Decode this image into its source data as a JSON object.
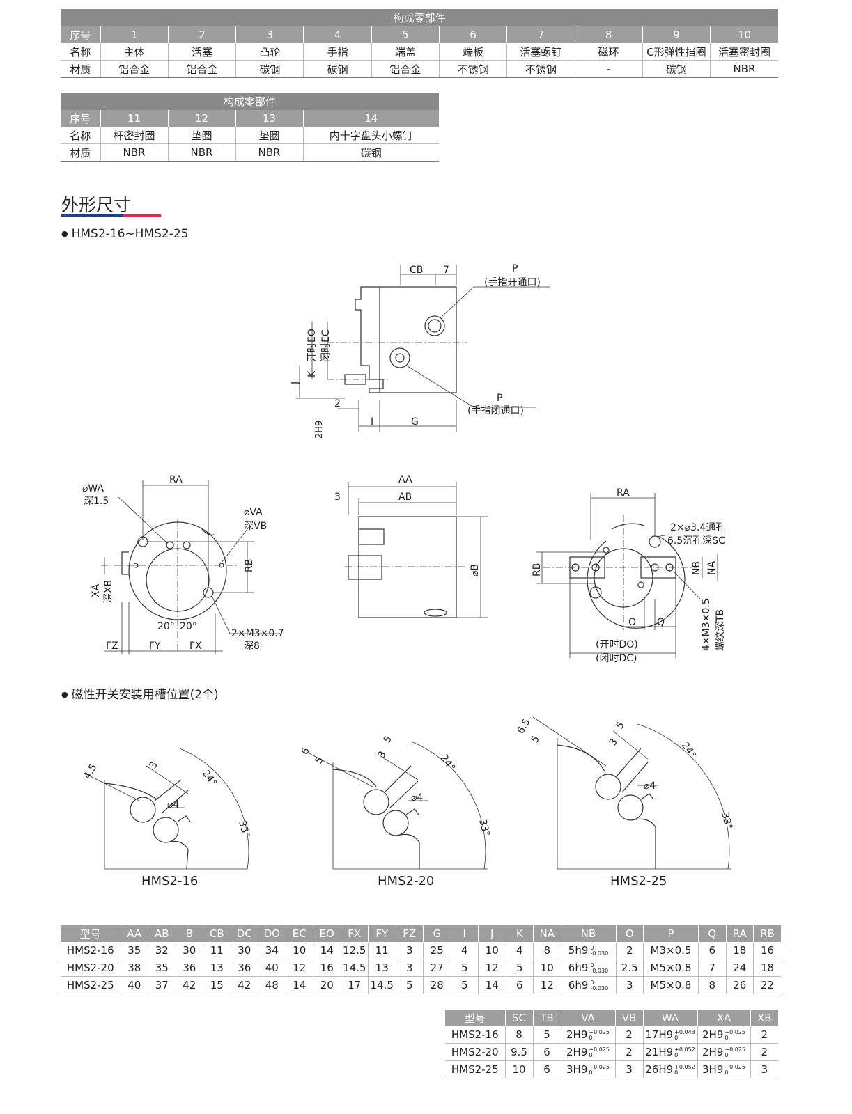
{
  "parts_table_1": {
    "caption": "构成零部件",
    "rows": [
      [
        "序号",
        "1",
        "2",
        "3",
        "4",
        "5",
        "6",
        "7",
        "8",
        "9",
        "10"
      ],
      [
        "名称",
        "主体",
        "活塞",
        "凸轮",
        "手指",
        "端盖",
        "端板",
        "活塞螺钉",
        "磁环",
        "C形弹性挡圈",
        "活塞密封圈"
      ],
      [
        "材质",
        "铝合金",
        "铝合金",
        "碳钢",
        "碳钢",
        "铝合金",
        "不锈钢",
        "不锈钢",
        "-",
        "碳钢",
        "NBR"
      ]
    ]
  },
  "parts_table_2": {
    "caption": "构成零部件",
    "rows": [
      [
        "序号",
        "11",
        "12",
        "13",
        "14"
      ],
      [
        "名称",
        "杆密封圈",
        "垫圈",
        "垫圈",
        "内十字盘头小螺钉"
      ],
      [
        "材质",
        "NBR",
        "NBR",
        "NBR",
        "碳钢"
      ]
    ]
  },
  "section_title": "外形尺寸",
  "subtitle_models": "HMS2-16~HMS2-25",
  "subtitle_slots": "磁性开关安装用槽位置(2个)",
  "colors": {
    "accent_blue": "#1b3f94",
    "accent_red": "#e5254b",
    "header_gray": "#9e9e9e"
  },
  "drawing1": {
    "cb": "CB",
    "seven": "7",
    "p_top": "P",
    "p_top_note": "(手指开通口)",
    "eo": "开时EO",
    "ec": "闭时EC",
    "k": "K",
    "j": "J",
    "two": "2",
    "h9": "2H9",
    "i": "I",
    "g": "G",
    "p_bot": "P",
    "p_bot_note": "(手指闭通口)"
  },
  "drawing2": {
    "ra": "RA",
    "wa": "⌀WA",
    "wa_depth": "深1.5",
    "va": "⌀VA",
    "vb": "深VB",
    "rb": "RB",
    "xa": "XA",
    "xb": "深XB",
    "ang1": "20°",
    "ang2": "20°",
    "thread": "2×M3×0.7",
    "thread_depth": "深8",
    "fz": "FZ",
    "fy": "FY",
    "fx": "FX"
  },
  "drawing3": {
    "aa": "AA",
    "ab": "AB",
    "three": "3",
    "b": "⌀B"
  },
  "drawing4": {
    "ra": "RA",
    "hole": "2×⌀3.4通孔",
    "cbore": "6.5沉孔深SC",
    "rb": "RB",
    "nb": "NB",
    "na": "NA",
    "o": "O",
    "q": "Q",
    "do": "(开时DO)",
    "dc": "(闭时DC)",
    "tap": "4×M3×0.5",
    "tap_depth": "螺纹深TB"
  },
  "slots": [
    {
      "model": "HMS2-16",
      "a": "4.5",
      "b": "3",
      "ang1": "24°",
      "ang2": "33°",
      "dia": "⌀4"
    },
    {
      "model": "HMS2-20",
      "a": "6",
      "b": "5",
      "c": "3",
      "d": "5",
      "ang1": "24°",
      "ang2": "33°",
      "dia": "⌀4"
    },
    {
      "model": "HMS2-25",
      "a": "6.5",
      "b": "5",
      "c": "3",
      "d": "5",
      "ang1": "24°",
      "ang2": "33°",
      "dia": "⌀4"
    }
  ],
  "dim_table_1": {
    "headers": [
      "型号",
      "AA",
      "AB",
      "B",
      "CB",
      "DC",
      "DO",
      "EC",
      "EO",
      "FX",
      "FY",
      "FZ",
      "G",
      "I",
      "J",
      "K",
      "NA",
      "NB",
      "O",
      "P",
      "Q",
      "RA",
      "RB"
    ],
    "rows": [
      [
        "HMS2-16",
        "35",
        "32",
        "30",
        "11",
        "30",
        "34",
        "10",
        "14",
        "12.5",
        "11",
        "3",
        "25",
        "4",
        "10",
        "4",
        "8",
        "5h9",
        "2",
        "M3×0.5",
        "6",
        "18",
        "16"
      ],
      [
        "HMS2-20",
        "38",
        "35",
        "36",
        "13",
        "36",
        "40",
        "12",
        "16",
        "14.5",
        "13",
        "3",
        "27",
        "5",
        "12",
        "5",
        "10",
        "6h9",
        "2.5",
        "M5×0.8",
        "7",
        "24",
        "18"
      ],
      [
        "HMS2-25",
        "40",
        "37",
        "42",
        "15",
        "42",
        "48",
        "14",
        "20",
        "17",
        "14.5",
        "5",
        "28",
        "5",
        "14",
        "6",
        "12",
        "6h9",
        "3",
        "M5×0.8",
        "8",
        "26",
        "22"
      ]
    ],
    "nb_tol_upper": "0",
    "nb_tol_lower": "-0.030"
  },
  "dim_table_2": {
    "headers": [
      "型号",
      "SC",
      "TB",
      "VA",
      "VB",
      "WA",
      "XA",
      "XB"
    ],
    "rows": [
      [
        "HMS2-16",
        "8",
        "5",
        "2H9",
        "2",
        "17H9",
        "2H9",
        "2"
      ],
      [
        "HMS2-20",
        "9.5",
        "6",
        "2H9",
        "2",
        "21H9",
        "2H9",
        "2"
      ],
      [
        "HMS2-25",
        "10",
        "6",
        "3H9",
        "3",
        "26H9",
        "3H9",
        "3"
      ]
    ],
    "tol_low": "0",
    "va_tol": [
      "+0.025",
      "+0.025",
      "+0.025"
    ],
    "wa_tol": [
      "+0.043",
      "+0.052",
      "+0.052"
    ],
    "xa_tol": [
      "+0.025",
      "+0.025",
      "+0.025"
    ]
  }
}
